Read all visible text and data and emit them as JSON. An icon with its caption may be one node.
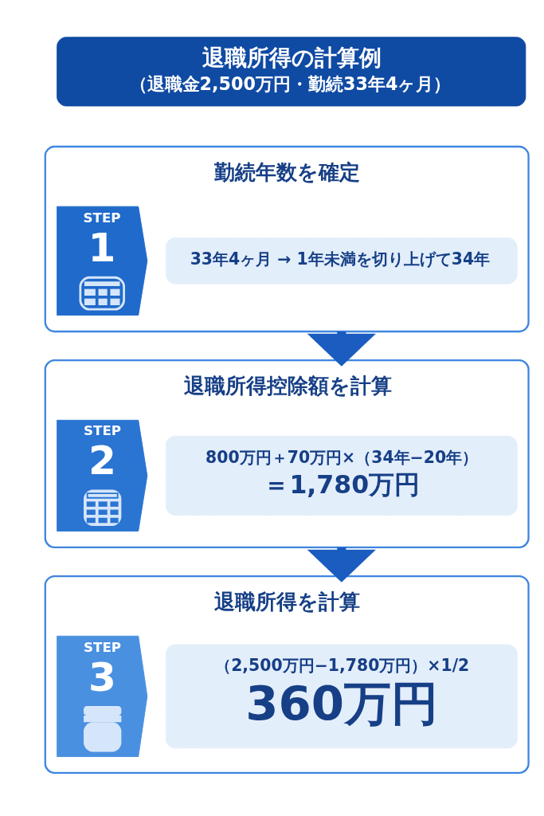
{
  "diagram": {
    "nodes": [
      {
        "text": [
          "退職所得の計算例",
          "（退職金2,500万円・勤続33年4ヶ月）"
        ]
      },
      {
        "text": [
          "勤続年数を確定"
        ]
      },
      {
        "text": [
          "STEP",
          "1"
        ],
        "in": 1
      },
      {
        "text": [
          "33年4ヶ月 → 1年未満を切り上げて34年"
        ],
        "in": 1
      },
      {
        "text": [
          "退職所得控除額を計算"
        ]
      },
      {
        "text": [
          "STEP",
          "2"
        ],
        "in": 4
      },
      {
        "text": [
          "800万円＋70万円×（34年−20年）",
          "＝1,780万円"
        ],
        "in": 4
      },
      {
        "text": [
          "退職所得を計算"
        ]
      },
      {
        "text": [
          "STEP",
          "3"
        ],
        "in": 7
      },
      {
        "text": [
          "（2,500万円−1,780万円）×1/2",
          "360万円"
        ],
        "in": 7
      }
    ],
    "edges": [
      {
        "from": 1,
        "to": 4,
        "arrow": "to"
      },
      {
        "from": 4,
        "to": 7,
        "arrow": "to"
      }
    ]
  }
}
